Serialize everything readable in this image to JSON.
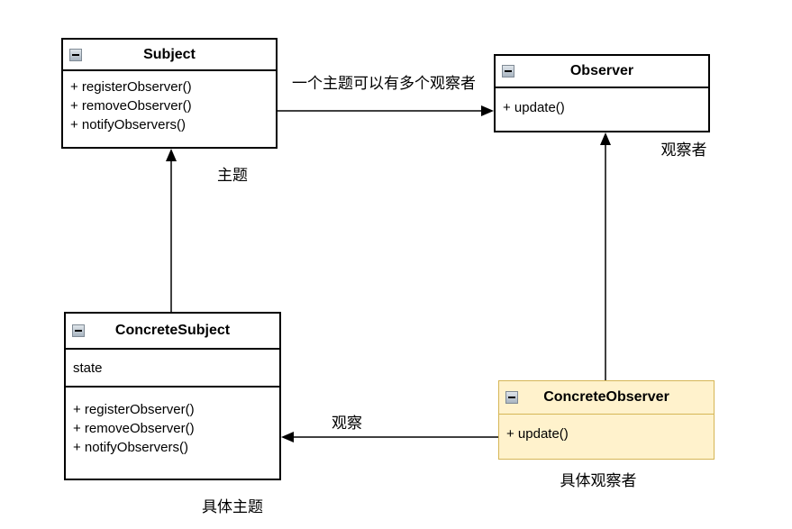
{
  "diagram": {
    "type": "uml-class-diagram",
    "pattern": "Observer",
    "classes": {
      "subject": {
        "title": "Subject",
        "methods": [
          "+ registerObserver()",
          "+ removeObserver()",
          "+ notifyObservers()"
        ],
        "caption": "主题"
      },
      "observer": {
        "title": "Observer",
        "methods": [
          "+ update()"
        ],
        "caption": "观察者"
      },
      "concreteSubject": {
        "title": "ConcreteSubject",
        "attributes": [
          "state"
        ],
        "methods": [
          "+ registerObserver()",
          "+ removeObserver()",
          "+ notifyObservers()"
        ],
        "caption": "具体主题"
      },
      "concreteObserver": {
        "title": "ConcreteObserver",
        "methods": [
          "+ update()"
        ],
        "caption": "具体观察者"
      }
    },
    "edges": {
      "subjectToObserver": {
        "label": "一个主题可以有多个观察者",
        "direction": "right"
      },
      "concreteSubjectToSubject": {
        "label": "",
        "direction": "up"
      },
      "concreteObserverToObserver": {
        "label": "",
        "direction": "up"
      },
      "concreteObserverToConcreteSubject": {
        "label": "观察",
        "direction": "left"
      }
    },
    "colors": {
      "boxFill": "#ffffff",
      "boxBorder": "#000000",
      "highlightFill": "#fff2cc",
      "highlightBorder": "#d6b656",
      "lineColor": "#000000",
      "textColor": "#000000"
    },
    "icons": {
      "collapse": "minus-square"
    }
  }
}
